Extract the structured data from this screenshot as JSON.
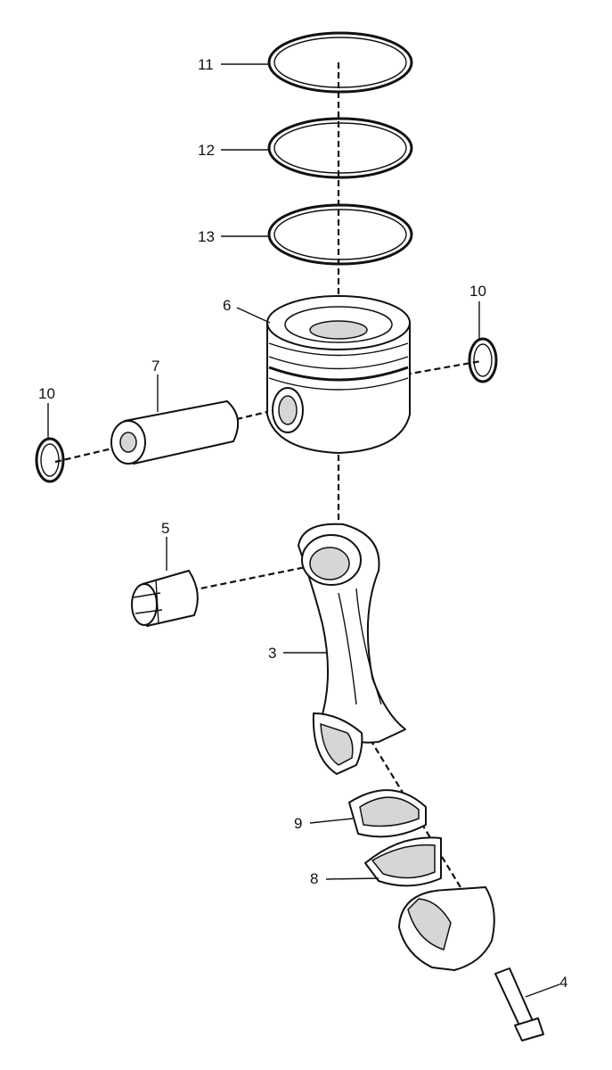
{
  "diagram": {
    "callouts": [
      {
        "id": "11",
        "label": "11"
      },
      {
        "id": "12",
        "label": "12"
      },
      {
        "id": "13",
        "label": "13"
      },
      {
        "id": "6",
        "label": "6"
      },
      {
        "id": "10a",
        "label": "10"
      },
      {
        "id": "7",
        "label": "7"
      },
      {
        "id": "10b",
        "label": "10"
      },
      {
        "id": "5",
        "label": "5"
      },
      {
        "id": "3",
        "label": "3"
      },
      {
        "id": "9",
        "label": "9"
      },
      {
        "id": "8",
        "label": "8"
      },
      {
        "id": "4",
        "label": "4"
      }
    ]
  },
  "colors": {
    "line": "#111111",
    "background": "#ffffff",
    "shade": "#d6d6d6"
  }
}
